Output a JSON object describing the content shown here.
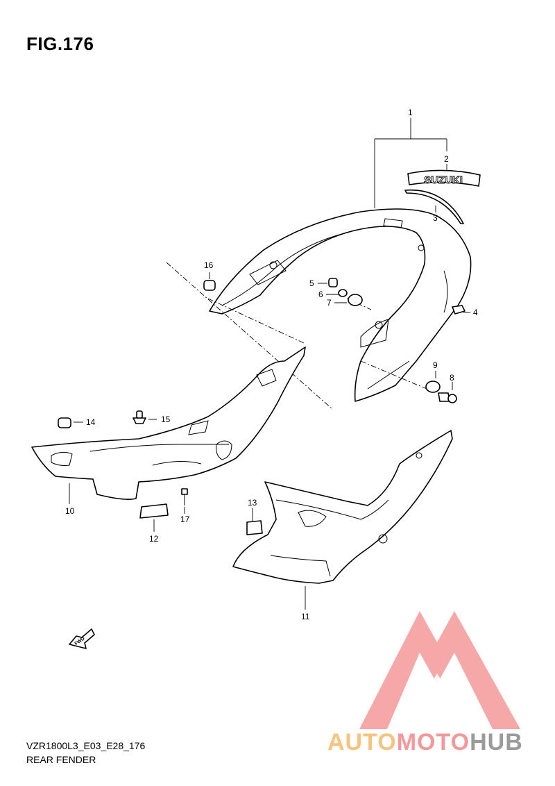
{
  "figure_title": "FIG.176",
  "footer": {
    "code": "VZR1800L3_E03_E28_176",
    "name": "REAR FENDER"
  },
  "parts": [
    {
      "ref": "1"
    },
    {
      "ref": "2"
    },
    {
      "ref": "3"
    },
    {
      "ref": "4"
    },
    {
      "ref": "5"
    },
    {
      "ref": "6"
    },
    {
      "ref": "7"
    },
    {
      "ref": "8"
    },
    {
      "ref": "9"
    },
    {
      "ref": "10"
    },
    {
      "ref": "11"
    },
    {
      "ref": "12"
    },
    {
      "ref": "13"
    },
    {
      "ref": "14"
    },
    {
      "ref": "15"
    },
    {
      "ref": "16"
    },
    {
      "ref": "17"
    }
  ],
  "emblem_text": "SUZUKI",
  "direction_badge": "FWD",
  "watermark": {
    "part1": "AUTO",
    "part2": "MOTO",
    "part3": "HUB",
    "colors": {
      "auto": "#f6c47f",
      "moto": "#f49999",
      "hub": "#9a9a9a",
      "triangle": "#f49999"
    }
  }
}
